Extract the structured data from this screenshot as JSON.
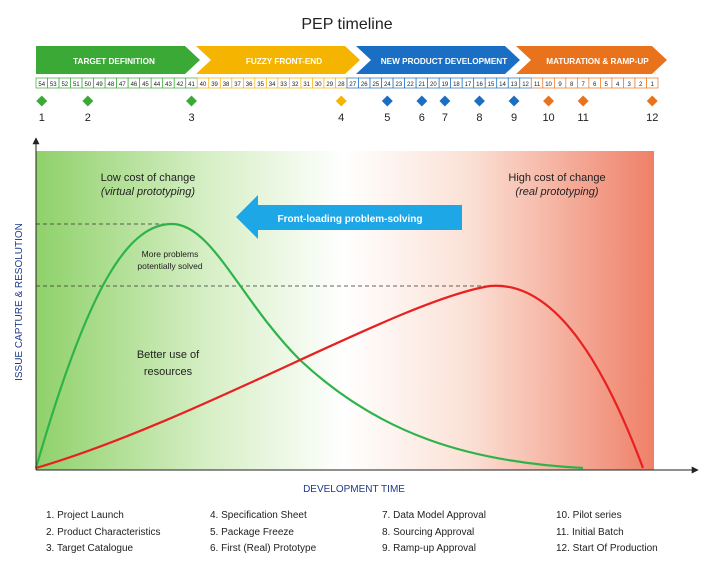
{
  "title": "PEP timeline",
  "colors": {
    "green": "#3aa935",
    "yellow": "#f5b400",
    "blue": "#1a6fc4",
    "orange": "#e8731c",
    "red": "#e82020",
    "curve_green": "#2db34a"
  },
  "phases": [
    {
      "label": "TARGET DEFINITION",
      "color": "#3aa935"
    },
    {
      "label": "FUZZY FRONT-END",
      "color": "#f5b400"
    },
    {
      "label": "NEW PRODUCT DEVELOPMENT",
      "color": "#1a6fc4"
    },
    {
      "label": "MATURATION & RAMP-UP",
      "color": "#e8731c"
    }
  ],
  "weeks": [
    54,
    53,
    52,
    51,
    50,
    49,
    48,
    47,
    46,
    45,
    44,
    43,
    42,
    41,
    40,
    39,
    38,
    37,
    36,
    35,
    34,
    33,
    32,
    31,
    30,
    29,
    28,
    27,
    26,
    25,
    24,
    23,
    22,
    21,
    20,
    19,
    18,
    17,
    16,
    15,
    14,
    13,
    12,
    11,
    10,
    9,
    8,
    7,
    6,
    5,
    4,
    3,
    2,
    1
  ],
  "milestones": [
    {
      "num": "1",
      "week": 54,
      "color": "#3aa935"
    },
    {
      "num": "2",
      "week": 50,
      "color": "#3aa935"
    },
    {
      "num": "3",
      "week": 41,
      "color": "#3aa935"
    },
    {
      "num": "4",
      "week": 28,
      "color": "#f5b400"
    },
    {
      "num": "5",
      "week": 24,
      "color": "#1a6fc4"
    },
    {
      "num": "6",
      "week": 21,
      "color": "#1a6fc4"
    },
    {
      "num": "7",
      "week": 19,
      "color": "#1a6fc4"
    },
    {
      "num": "8",
      "week": 16,
      "color": "#1a6fc4"
    },
    {
      "num": "9",
      "week": 13,
      "color": "#1a6fc4"
    },
    {
      "num": "10",
      "week": 10,
      "color": "#e8731c"
    },
    {
      "num": "11",
      "week": 7,
      "color": "#e8731c"
    },
    {
      "num": "12",
      "week": 1,
      "color": "#e8731c"
    }
  ],
  "chart": {
    "low_cost": "Low cost of change",
    "virtual": "(virtual prototyping)",
    "high_cost": "High cost of change",
    "real": "(real prototyping)",
    "front_loading": "Front-loading problem-solving",
    "more_problems_1": "More problems",
    "more_problems_2": "potentially solved",
    "better_use_1": "Better use of",
    "better_use_2": "resources",
    "y_label": "ISSUE CAPTURE & RESOLUTION",
    "x_label": "DEVELOPMENT TIME"
  },
  "legend": {
    "col1": [
      "1. Project Launch",
      "2. Product Characteristics",
      "3. Target Catalogue"
    ],
    "col2": [
      "4. Specification Sheet",
      "5. Package Freeze",
      "6. First (Real) Prototype"
    ],
    "col3": [
      "7. Data Model Approval",
      "8. Sourcing Approval",
      "9. Ramp-up Approval"
    ],
    "col4": [
      "10. Pilot series",
      "11. Initial Batch",
      "12. Start Of Production"
    ]
  }
}
